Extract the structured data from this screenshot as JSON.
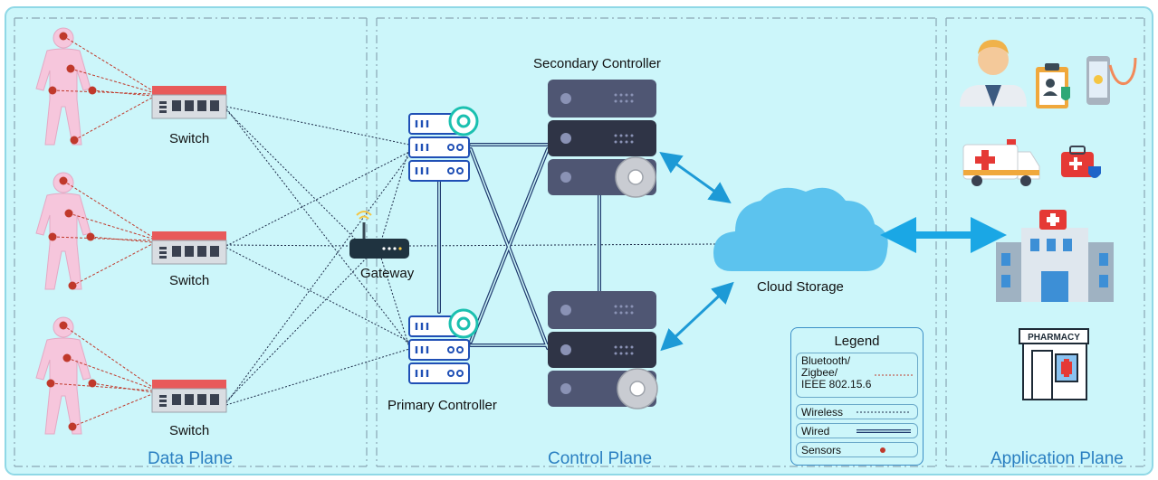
{
  "planes": {
    "data": "Data Plane",
    "control": "Control Plane",
    "application": "Application Plane"
  },
  "devices": {
    "switch_label": "Switch",
    "gateway": "Gateway",
    "primary_controller": "Primary Controller",
    "secondary_controller": "Secondary Controller",
    "cloud_storage": "Cloud Storage"
  },
  "pharmacy_sign": "PHARMACY",
  "legend": {
    "title": "Legend",
    "items": [
      {
        "label": "Bluetooth/\nZigbee/\nIEEE 802.15.6",
        "symbol": "dotted-red-line"
      },
      {
        "label": "Wireless",
        "symbol": "dotted-blue-line"
      },
      {
        "label": "Wired",
        "symbol": "double-blue-line"
      },
      {
        "label": "Sensors",
        "symbol": "red-dot"
      }
    ]
  },
  "icons": [
    "human-body-icon",
    "switch-icon",
    "gateway-router-icon",
    "controller-server-icon",
    "gear-icon",
    "server-rack-icon",
    "cloud-icon",
    "doctor-icon",
    "medical-record-icon",
    "phone-stethoscope-icon",
    "ambulance-icon",
    "first-aid-kit-icon",
    "hospital-icon",
    "pharmacy-icon"
  ],
  "colors": {
    "background": "#ccf6fa",
    "panel_border": "#8fd8e6",
    "plane_label": "#2a7fc1",
    "sensor_link": "#c0392b",
    "wireless_link": "#1b2a48",
    "wired_link": "#1f3a6e",
    "cloud": "#5cc3ee",
    "server_rack": "#4f5673"
  }
}
